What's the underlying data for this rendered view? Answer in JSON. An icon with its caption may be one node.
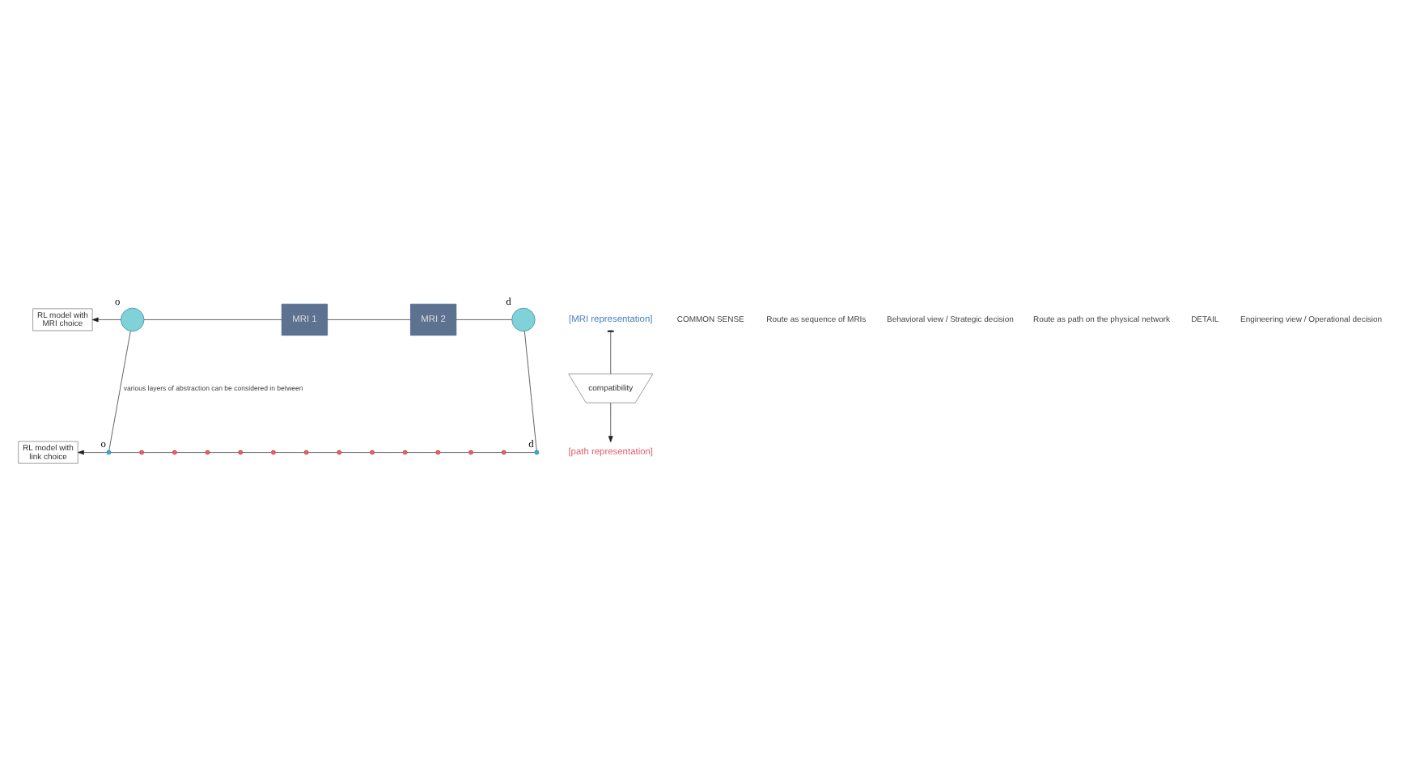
{
  "diagram": {
    "nodes": [
      {
        "text": [
          "RL model with MRI choice"
        ]
      },
      {
        "text": [
          "o"
        ]
      },
      {
        "text": [
          "MRI 1"
        ]
      },
      {
        "text": [
          "MRI 2"
        ]
      },
      {
        "text": [
          "d"
        ]
      },
      {
        "text": [
          "[MRI representation]"
        ]
      },
      {
        "text": [
          "compatibility"
        ]
      },
      {
        "text": [
          "[path representation]"
        ]
      },
      {
        "text": [
          "RL model with link choice"
        ]
      },
      {
        "text": [
          "o"
        ]
      },
      {
        "text": [],
        "shape": "circle"
      },
      {
        "text": [],
        "shape": "circle"
      },
      {
        "text": [],
        "shape": "circle"
      },
      {
        "text": [],
        "shape": "circle"
      },
      {
        "text": [],
        "shape": "circle"
      },
      {
        "text": [],
        "shape": "circle"
      },
      {
        "text": [],
        "shape": "circle"
      },
      {
        "text": [],
        "shape": "circle"
      },
      {
        "text": [],
        "shape": "circle"
      },
      {
        "text": [],
        "shape": "circle"
      },
      {
        "text": [],
        "shape": "circle"
      },
      {
        "text": [],
        "shape": "circle"
      },
      {
        "text": [
          "d"
        ]
      }
    ],
    "edges": [
      {
        "from": 1,
        "to": 0,
        "arrow": "to"
      },
      {
        "from": 1,
        "to": 2,
        "arrow": "none"
      },
      {
        "from": 2,
        "to": 3,
        "arrow": "none"
      },
      {
        "from": 3,
        "to": 4,
        "arrow": "none"
      },
      {
        "from": 1,
        "to": 9,
        "arrow": "none",
        "label": "various layers of abstraction can be considered in between"
      },
      {
        "from": 4,
        "to": 22,
        "arrow": "none"
      },
      {
        "from": 5,
        "to": 6,
        "arrow": "other"
      },
      {
        "from": 6,
        "to": 7,
        "arrow": "to"
      },
      {
        "from": 9,
        "to": 8,
        "arrow": "to"
      },
      {
        "from": 9,
        "to": 10,
        "arrow": "none"
      },
      {
        "from": 10,
        "to": 11,
        "arrow": "none"
      },
      {
        "from": 11,
        "to": 12,
        "arrow": "none"
      },
      {
        "from": 12,
        "to": 13,
        "arrow": "none"
      },
      {
        "from": 13,
        "to": 14,
        "arrow": "none"
      },
      {
        "from": 14,
        "to": 15,
        "arrow": "none"
      },
      {
        "from": 15,
        "to": 16,
        "arrow": "none"
      },
      {
        "from": 16,
        "to": 17,
        "arrow": "none"
      },
      {
        "from": 17,
        "to": 18,
        "arrow": "none"
      },
      {
        "from": 18,
        "to": 19,
        "arrow": "none"
      },
      {
        "from": 19,
        "to": 20,
        "arrow": "none"
      },
      {
        "from": 20,
        "to": 21,
        "arrow": "none"
      },
      {
        "from": 21,
        "to": 22,
        "arrow": "none"
      }
    ],
    "labels": [
      "COMMON SENSE",
      "Route as sequence of MRIs",
      "Behavioral view / Strategic decision",
      "Route as path on the physical network",
      "DETAIL",
      "Engineering view / Operational decision"
    ]
  }
}
